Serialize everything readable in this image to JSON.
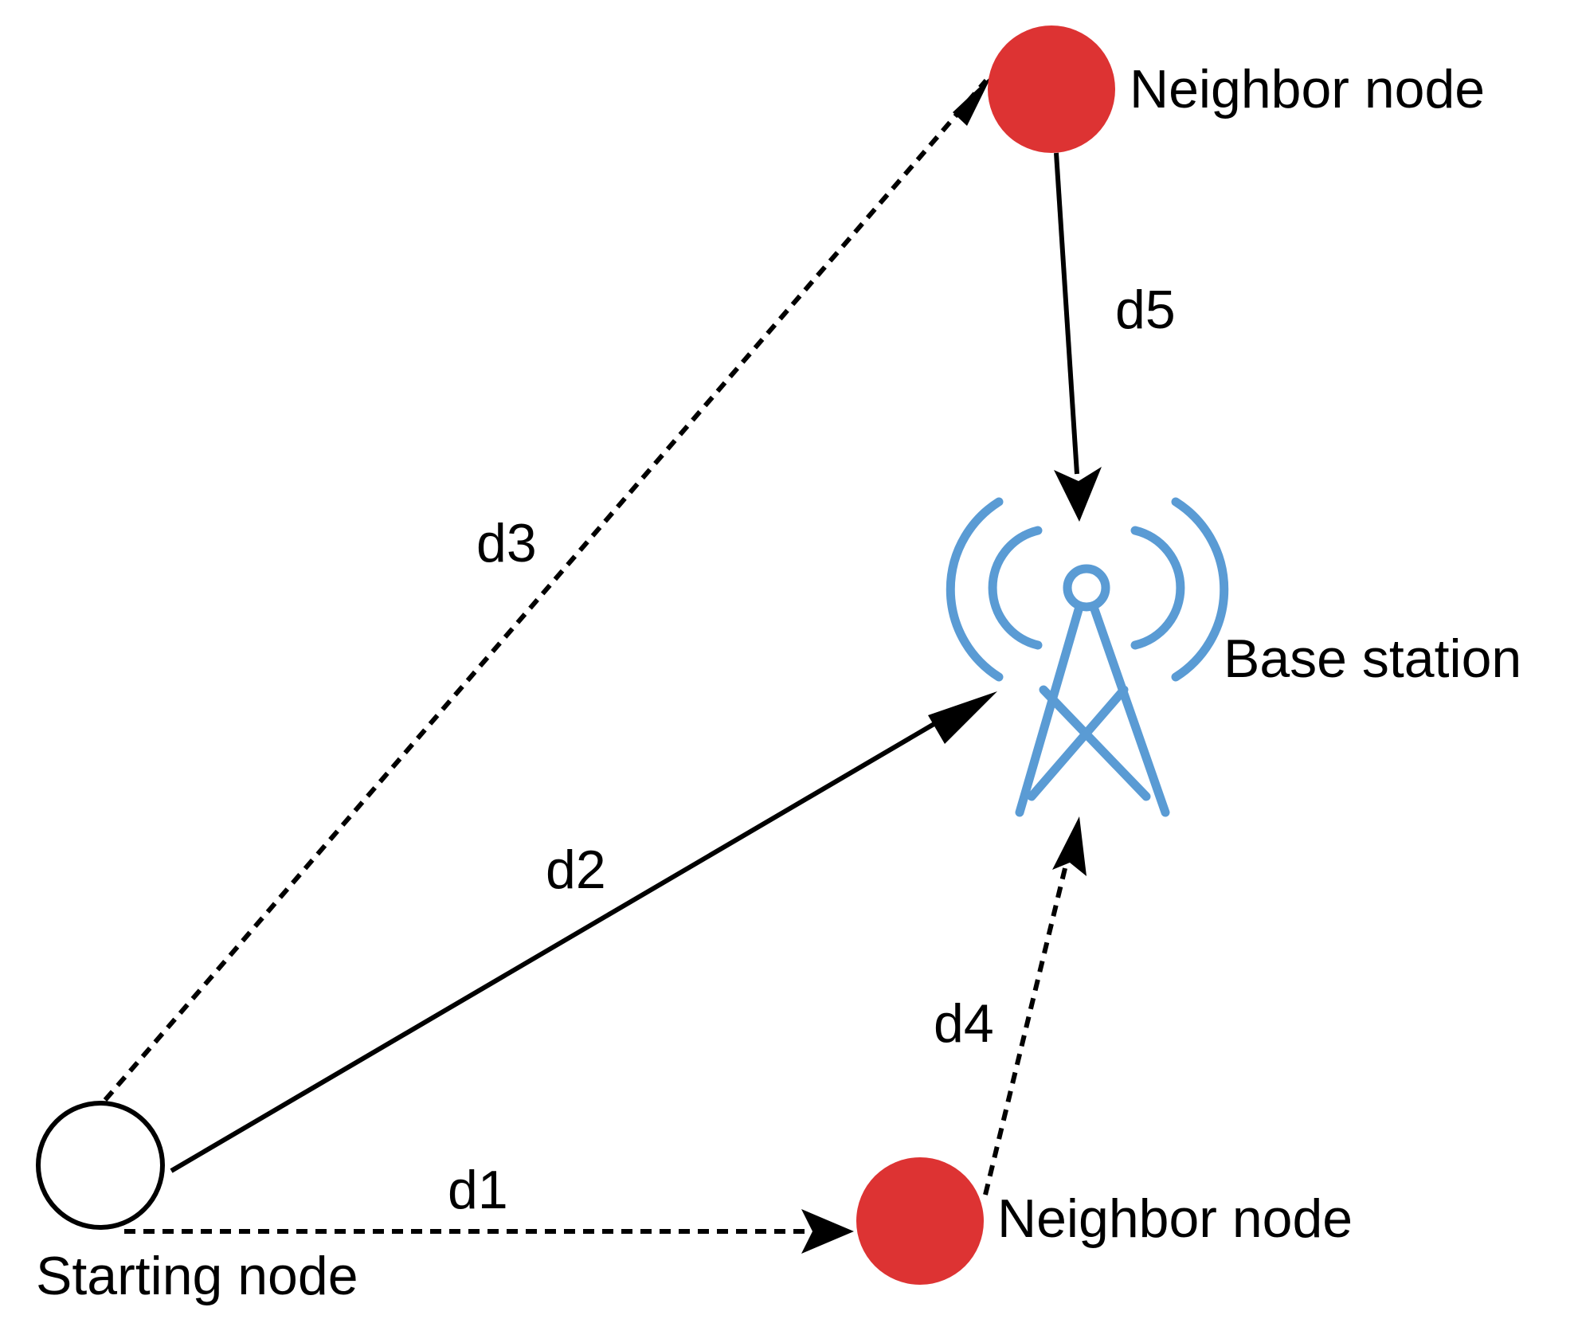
{
  "nodes": {
    "starting": {
      "label": "Starting node",
      "fill": "#ffffff",
      "stroke": "#000000"
    },
    "neighbor_top": {
      "label": "Neighbor node",
      "fill": "#dd3333"
    },
    "neighbor_bottom": {
      "label": "Neighbor node",
      "fill": "#dd3333"
    },
    "base_station": {
      "label": "Base station",
      "color": "#5a9bd4",
      "icon": "antenna-tower-icon"
    }
  },
  "edges": [
    {
      "id": "d1",
      "label": "d1",
      "from": "starting",
      "to": "neighbor_bottom",
      "style": "dashed"
    },
    {
      "id": "d2",
      "label": "d2",
      "from": "starting",
      "to": "base_station",
      "style": "solid"
    },
    {
      "id": "d3",
      "label": "d3",
      "from": "starting",
      "to": "neighbor_top",
      "style": "dashed"
    },
    {
      "id": "d4",
      "label": "d4",
      "from": "neighbor_bottom",
      "to": "base_station",
      "style": "dashed"
    },
    {
      "id": "d5",
      "label": "d5",
      "from": "neighbor_top",
      "to": "base_station",
      "style": "solid"
    }
  ]
}
